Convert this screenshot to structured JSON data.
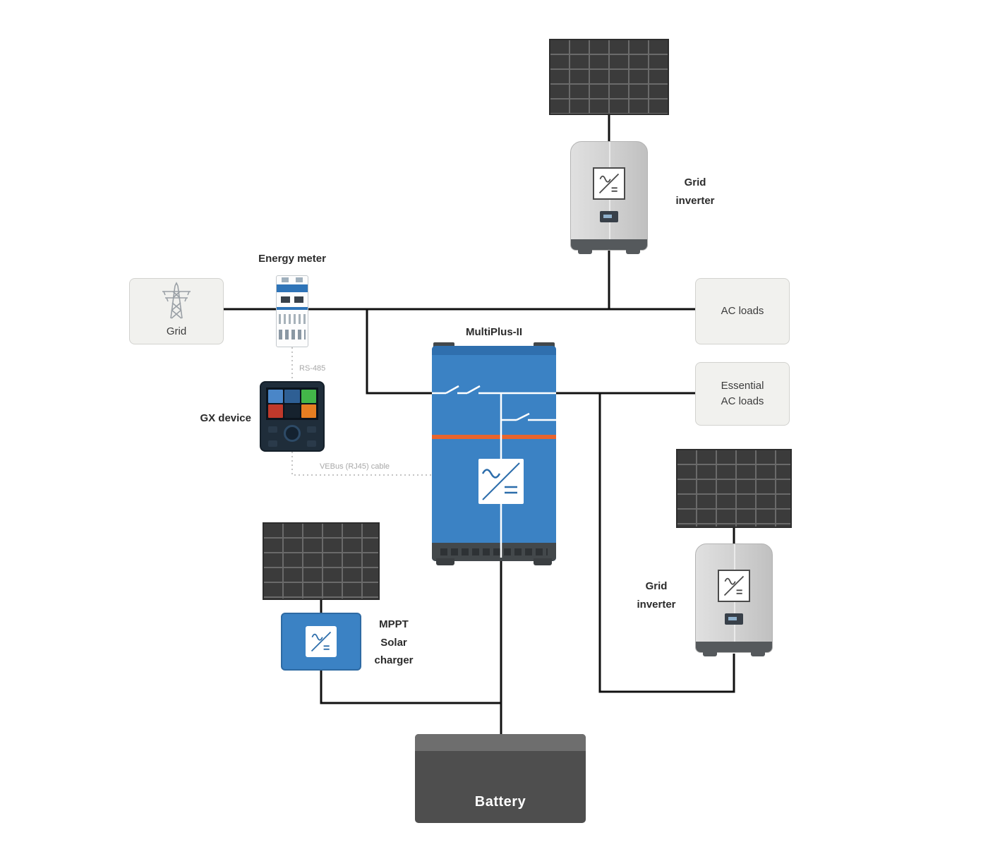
{
  "diagram": {
    "nodes": {
      "grid": {
        "label": "Grid"
      },
      "energy_meter": {
        "label": "Energy meter"
      },
      "gx_device": {
        "label": "GX device"
      },
      "multiplus": {
        "label": "MultiPlus-II"
      },
      "ac_loads": {
        "label": "AC loads"
      },
      "essential_ac_loads": {
        "label": "Essential\nAC loads"
      },
      "grid_inverter_top": {
        "label": "Grid\ninverter"
      },
      "grid_inverter_right": {
        "label": "Grid\ninverter"
      },
      "mppt": {
        "label": "MPPT\nSolar\ncharger"
      },
      "battery": {
        "label": "Battery"
      }
    },
    "connections": {
      "rs485": {
        "label": "RS-485"
      },
      "vebus": {
        "label": "VEBus (RJ45) cable"
      }
    },
    "colors": {
      "victron_blue": "#3B82C4",
      "victron_orange": "#E8642D",
      "solar_panel": "#3B3B3B",
      "power_line": "#101010",
      "data_line": "#C4C4C4",
      "load_box_bg": "#F1F1EE",
      "inverter_body": "#D4D4D4",
      "battery_body": "#4E4E4E"
    }
  }
}
